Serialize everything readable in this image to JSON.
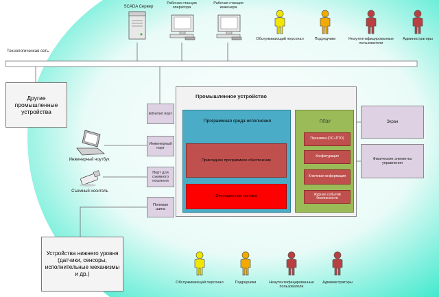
{
  "network": {
    "label": "Технологическая сеть"
  },
  "top_nodes": {
    "scada": "SCADA Сервер",
    "operator_ws": "Рабочая станция оператора",
    "engineer_ws": "Рабочая станция инженера"
  },
  "top_people": [
    {
      "label": "Обслуживающий персонал",
      "color": "#f2e600"
    },
    {
      "label": "Подрядчики",
      "color": "#f2a900"
    },
    {
      "label": "Неаутентифицированные пользователи",
      "color": "#b84040"
    },
    {
      "label": "Администраторы",
      "color": "#b84040"
    }
  ],
  "other_devices": "Другие промышленные устройства",
  "device": {
    "title": "Промышленное устройство",
    "runtime": {
      "title": "Программная среда исполнения",
      "app_software": "Прикладное программное обеспечение",
      "os": "Операционная система"
    },
    "ppzu": {
      "title": "ППЗУ",
      "items": [
        "Прошивка (ОС+ПТО)",
        "Конфигурация",
        "Ключевая информация",
        "Журнал событий безопасности"
      ]
    }
  },
  "ports": [
    "Ethernet порт",
    "Инженерный порт",
    "Порт для съемного носителя",
    "Полевая шина"
  ],
  "side_boxes": {
    "screen": "Экран",
    "controls": "Физические элементы управления"
  },
  "left_nodes": {
    "laptop": "Инженерный ноутбук",
    "usb": "Съемный носитель"
  },
  "lower_devices": "Устройства нижнего уровня (датчики, сенсоры, исполнительные механизмы и др.)",
  "bottom_people": [
    {
      "label": "Обслуживающий персонал",
      "color": "#f2e600"
    },
    {
      "label": "Подрядчики",
      "color": "#f2a900"
    },
    {
      "label": "Неаутентифицированные пользователи",
      "color": "#b84040"
    },
    {
      "label": "Администраторы",
      "color": "#b84040"
    }
  ],
  "colors": {
    "runtime_fill": "#4aacc6",
    "ppzu_fill": "#9bbb59",
    "port_fill": "#ddd1e3",
    "red_box": "#c0504d",
    "os_box": "#ff0000",
    "background_accent": "#2de6c8"
  }
}
